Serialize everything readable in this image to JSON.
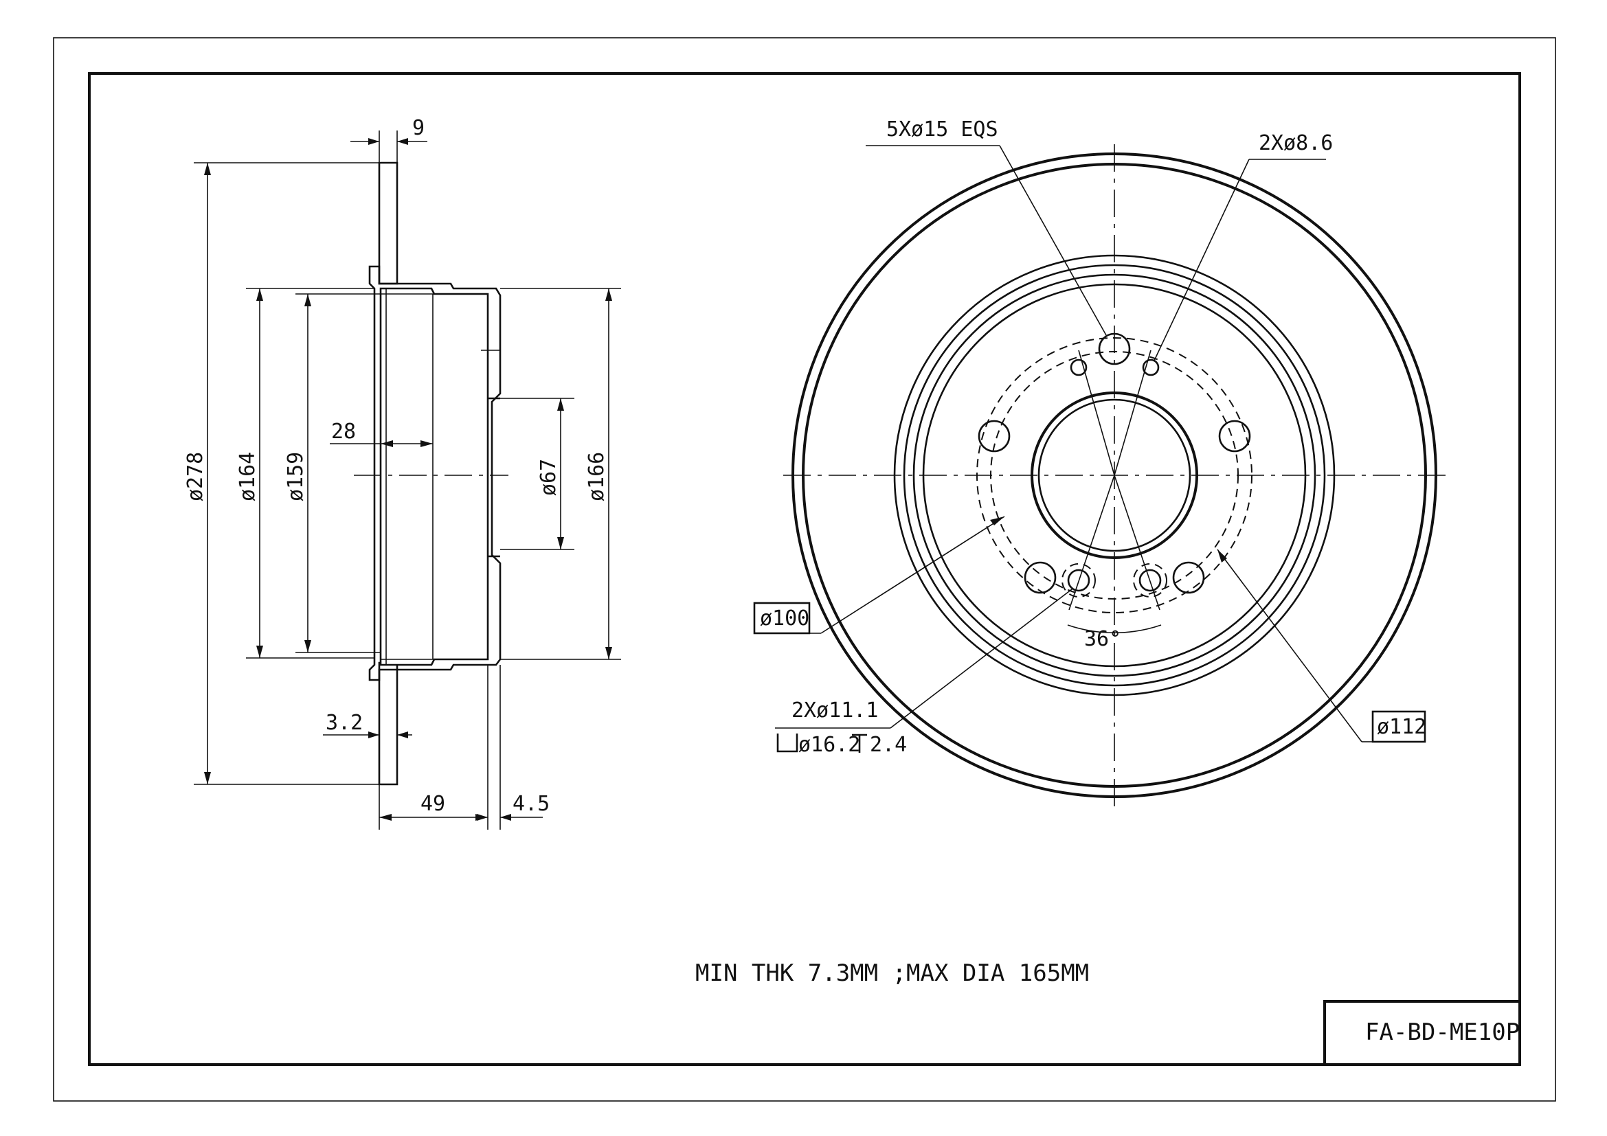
{
  "frame": {
    "outer_color": "#111111"
  },
  "side_view": {
    "dims": {
      "flange_thk": "9",
      "dia_outer": "ø278",
      "dia_164": "ø164",
      "dia_159": "ø159",
      "depth_28": "28",
      "dia_67": "ø67",
      "dia_166": "ø166",
      "thk_3_2": "3.2",
      "height_49": "49",
      "thk_4_5": "4.5"
    }
  },
  "front_view": {
    "labels": {
      "bolt_holes": "5Xø15 EQS",
      "pin_holes": "2Xø8.6",
      "pcd_100": "ø100",
      "angle": "36°",
      "screw_holes": "2Xø11.1",
      "counterbore_dia": "ø16.2",
      "counterbore_depth": "2.4",
      "pcd_112": "ø112"
    }
  },
  "notes": {
    "spec": "MIN THK 7.3MM ;MAX DIA 165MM"
  },
  "title_block": {
    "part_number": "FA-BD-ME10P"
  }
}
